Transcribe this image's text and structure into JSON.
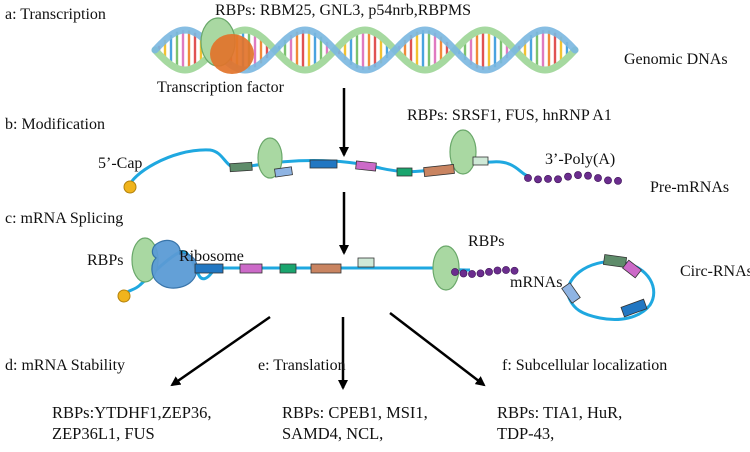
{
  "sections": {
    "a": "a: Transcription",
    "b": "b: Modification",
    "c": "c: mRNA Splicing",
    "d": "d: mRNA Stability",
    "e": "e: Translation",
    "f": "f: Subcellular localization"
  },
  "labels": {
    "rbps_a": "RBPs: RBM25, GNL3,  p54nrb,RBPMS",
    "transcription_factor": "Transcription factor",
    "genomic_dnas": "Genomic DNAs",
    "rbps_b": "RBPs: SRSF1, FUS, hnRNP A1",
    "cap": "5’-Cap",
    "polya": "3’-Poly(A)",
    "pre_mrnas": "Pre-mRNAs",
    "rbps_left": "RBPs",
    "ribosome": "Ribosome",
    "rbps_right": "RBPs",
    "mrnas": "mRNAs",
    "circ_rnas": "Circ-RNAs"
  },
  "rbp_lists": {
    "d_line1": "RBPs:YTDHF1,ZEP36,",
    "d_line2": "ZEP36L1, FUS",
    "e_line1": "RBPs: CPEB1, MSI1,",
    "e_line2": "SAMD4, NCL,",
    "f_line1": "RBPs: TIA1, HuR,",
    "f_line2": "TDP-43,"
  },
  "colors": {
    "rna_line": "#1fa8e0",
    "protein_green": "#a9d8a2",
    "tf_orange": "#e2732a",
    "ribosome_blue": "#5b9bd5",
    "cap_yellow": "#f0b41c",
    "polya_purple": "#6b2d8e",
    "exon_teal": "#5e8c6a",
    "exon_lightblue": "#8fb4e3",
    "exon_blue": "#2277c2",
    "exon_pink": "#cc6ac8",
    "exon_green": "#1aa56e",
    "exon_salmon": "#c98461",
    "exon_pale": "#cfe9d7",
    "dna_green": "#a6d9a0",
    "dna_blue": "#7ab7e0"
  }
}
